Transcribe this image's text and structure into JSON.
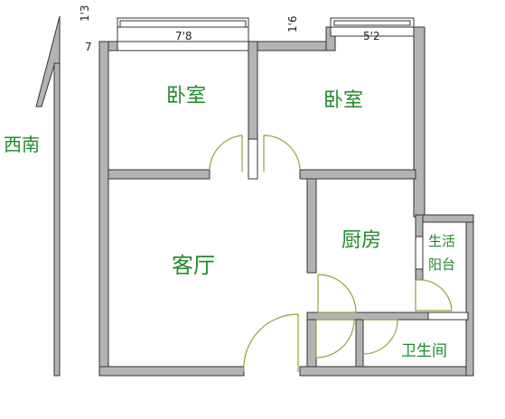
{
  "compass": {
    "direction_label": "西南"
  },
  "rooms": {
    "bedroom_left": "卧室",
    "bedroom_right": "卧室",
    "living_room": "客厅",
    "kitchen": "厨房",
    "balcony_line1": "生活",
    "balcony_line2": "阳台",
    "bathroom": "卫生间"
  },
  "dimensions": {
    "left_window_width": "7'8",
    "right_window_width": "5'2",
    "left_wall_offset_a": "1'3",
    "left_wall_offset_b": "7",
    "right_wall_offset": "1'6"
  },
  "colors": {
    "wall_fill": "#b3b3b3",
    "wall_stroke": "#333333",
    "label": "#1f8a2a",
    "door_arc": "#9c9c3c"
  }
}
